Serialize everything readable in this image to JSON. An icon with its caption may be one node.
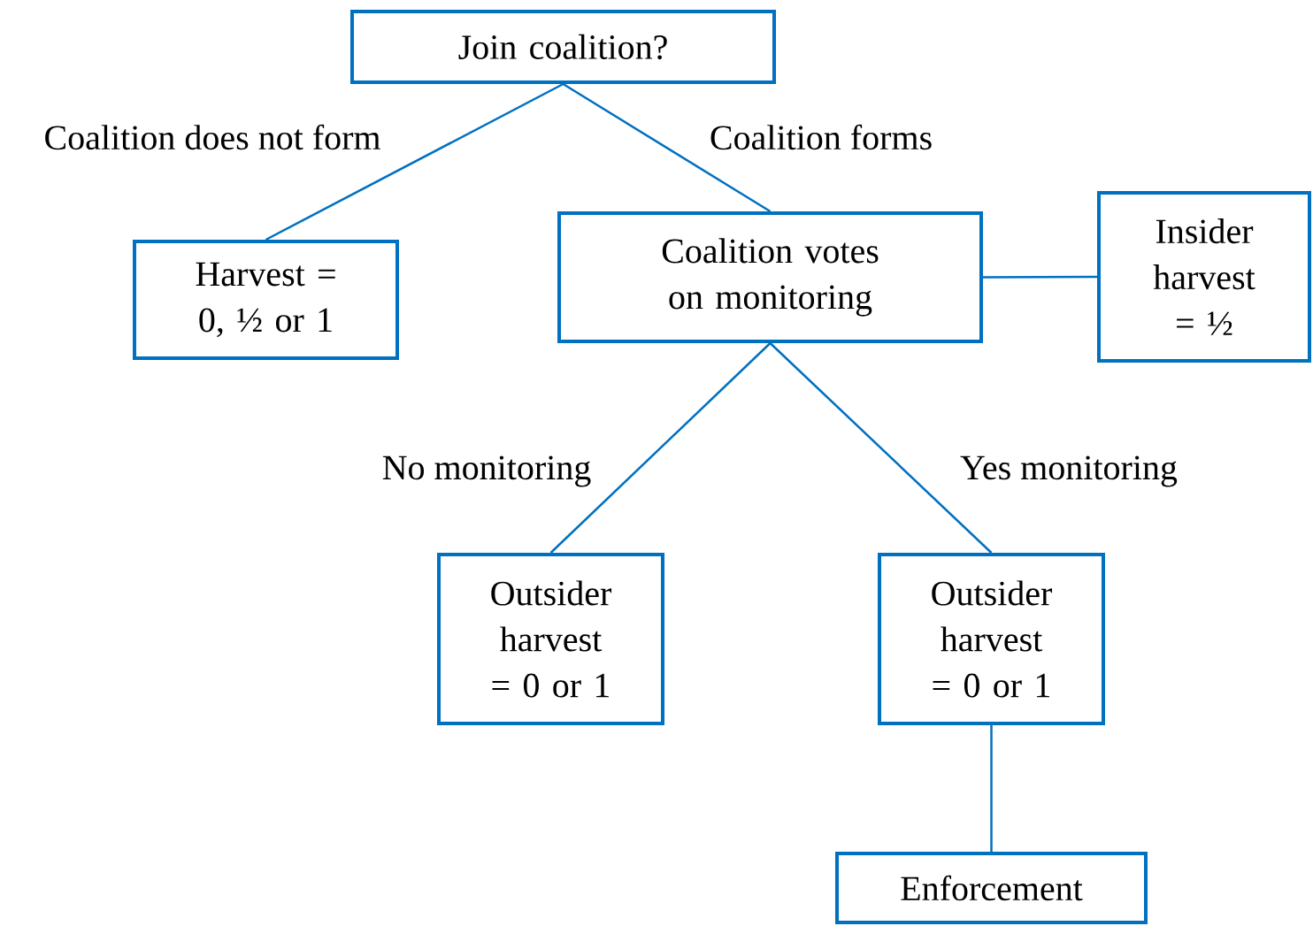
{
  "diagram": {
    "nodes": [
      {
        "text": [
          "Join coalition?"
        ]
      },
      {
        "text": [
          "Harvest = 0, ½ or 1"
        ]
      },
      {
        "text": [
          "Coalition votes on monitoring"
        ]
      },
      {
        "text": [
          "Insider harvest = ½"
        ]
      },
      {
        "text": [
          "Outsider harvest = 0 or 1"
        ]
      },
      {
        "text": [
          "Outsider harvest = 0 or 1"
        ]
      },
      {
        "text": [
          "Enforcement"
        ]
      }
    ],
    "edges": [
      {
        "from": 0,
        "to": 1,
        "arrow": "none",
        "label": "Coalition does not form"
      },
      {
        "from": 0,
        "to": 2,
        "arrow": "none",
        "label": "Coalition forms"
      },
      {
        "from": 2,
        "to": 3,
        "arrow": "none"
      },
      {
        "from": 2,
        "to": 4,
        "arrow": "none",
        "label": "No monitoring"
      },
      {
        "from": 2,
        "to": 5,
        "arrow": "none",
        "label": "Yes monitoring"
      },
      {
        "from": 5,
        "to": 6,
        "arrow": "none"
      }
    ]
  }
}
